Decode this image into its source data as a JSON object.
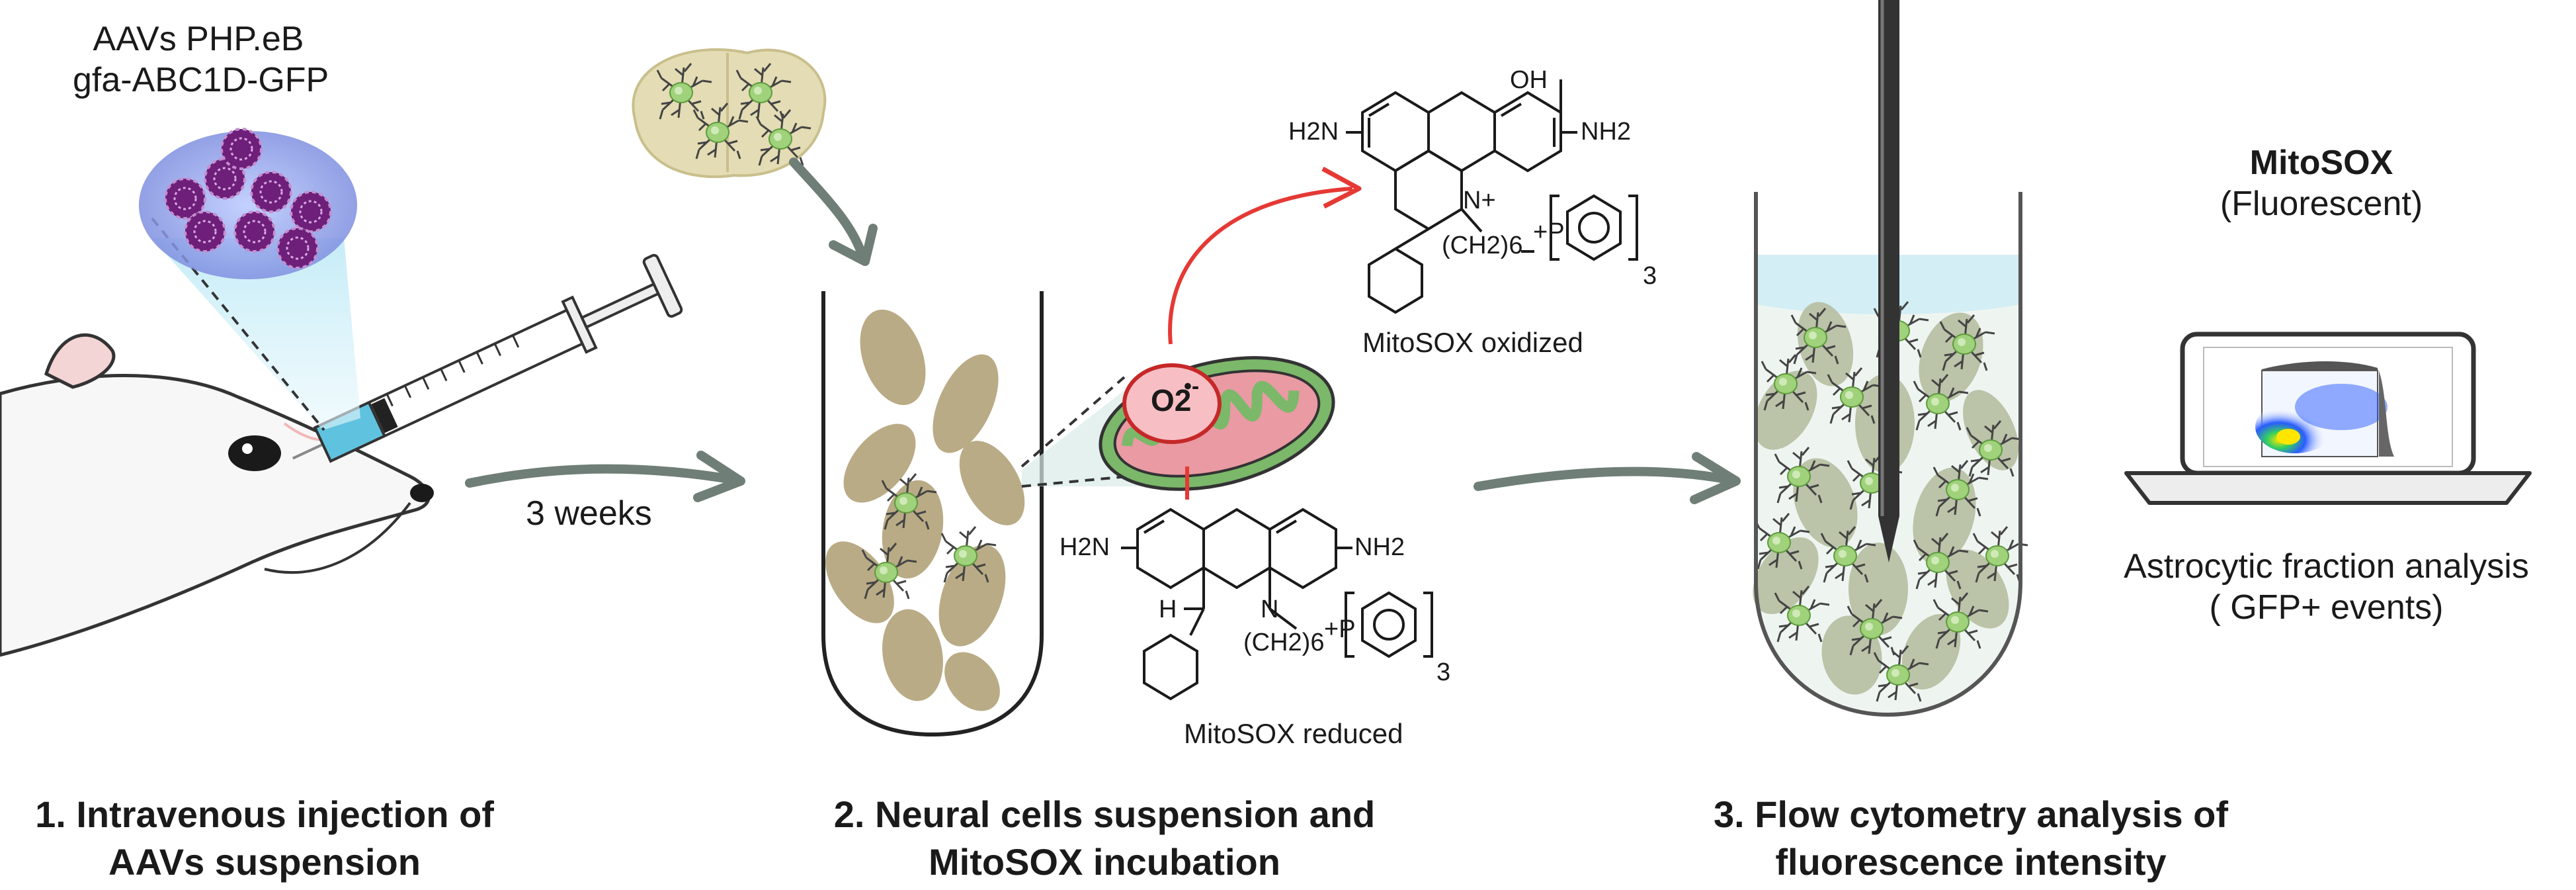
{
  "aav_label": {
    "line1": "AAVs PHP.eB",
    "line2": "gfa-ABC1D-GFP"
  },
  "arrow_label": "3 weeks",
  "mitosox_oxidized": {
    "oh": "OH",
    "nh2_left": "H2N",
    "nh2_right": "NH2",
    "n_plus": "N+",
    "chain": "(CH2)6",
    "p_plus": "+P",
    "subscript": "3",
    "caption": "MitoSOX oxidized"
  },
  "mitosox_reduced": {
    "nh2_left": "H2N",
    "nh2_right": "NH2",
    "h": "H",
    "n": "N",
    "chain": "(CH2)6",
    "p_plus": "+P",
    "subscript": "3",
    "caption": "MitoSOX reduced"
  },
  "superoxide": "O2",
  "mitosox_title": {
    "bold": "MitoSOX",
    "sub": "(Fluorescent)"
  },
  "analysis": {
    "line1": "Astrocytic fraction analysis",
    "line2": "( GFP+ events)"
  },
  "steps": [
    {
      "line1": "1. Intravenous injection of",
      "line2": "AAVs suspension"
    },
    {
      "line1": "2. Neural cells suspension and",
      "line2": "MitoSOX incubation"
    },
    {
      "line1": "3. Flow cytometry analysis of",
      "line2": "fluorescence intensity"
    }
  ],
  "colors": {
    "arrow": "#6f7e76",
    "cell_beige": "#b9ab85",
    "astro_green": "#8fbf6a",
    "mito_green": "#7bb86a",
    "mito_pink": "#e99aa3",
    "red_arrow": "#e53935",
    "syringe_blue": "#5fc3e0",
    "virus_purple": "#7a2a86"
  }
}
